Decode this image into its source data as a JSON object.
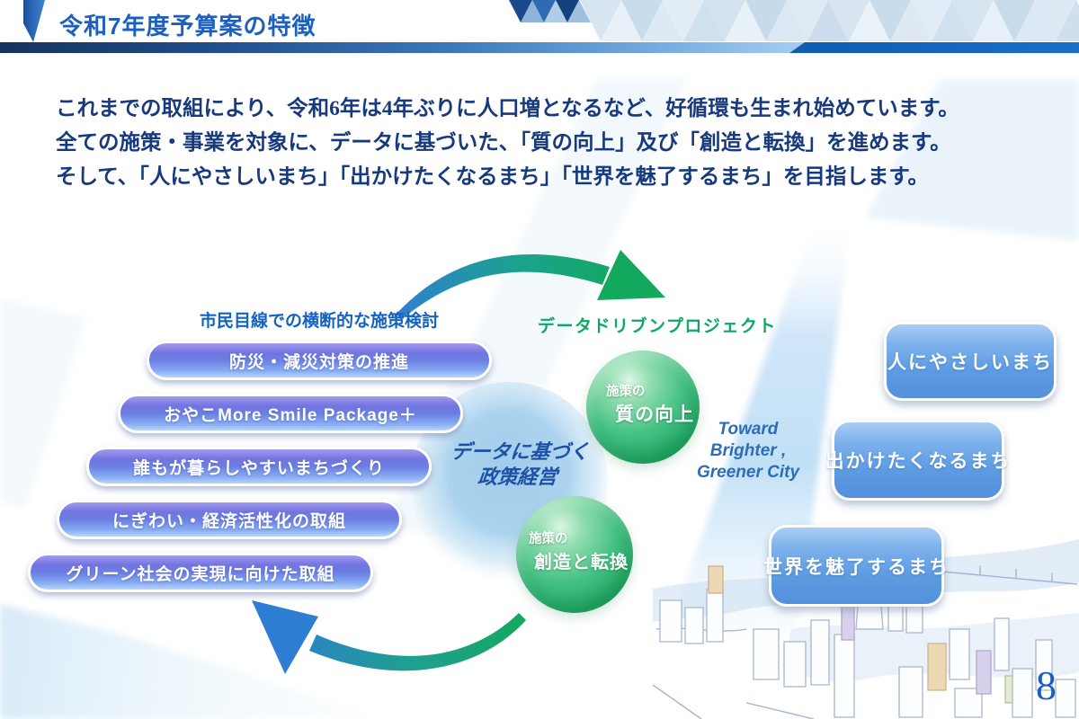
{
  "slide": {
    "title": "令和7年度予算案の特徴",
    "page_number": "8"
  },
  "intro": {
    "line1": "これまでの取組により、令和6年は4年ぶりに人口増となるなど、好循環も生まれ始めています。",
    "line2": "全ての施策・事業を対象に、データに基づいた、「質の向上」及び「創造と転換」を進めます。",
    "line3": "そして、「人にやさしいまち」「出かけたくなるまち」「世界を魅了するまち」を目指します。"
  },
  "left_group": {
    "heading": "市民目線での横断的な施策検討",
    "pills": [
      "防災・減災対策の推進",
      "おやこMore Smile Package＋",
      "誰もが暮らしやすいまちづくり",
      "にぎわい・経済活性化の取組",
      "グリーン社会の実現に向けた取組"
    ]
  },
  "center": {
    "project_label": "データドリブンプロジェクト",
    "hub": {
      "line1": "データに基づく",
      "line2": "政策経営"
    },
    "circles": [
      {
        "prefix": "施策の",
        "label": "質の向上"
      },
      {
        "prefix": "施策の",
        "label": "創造と転換"
      }
    ],
    "slogan": [
      "Toward",
      "Brighter ,",
      "Greener City"
    ]
  },
  "right_group": {
    "boxes": [
      "人にやさしいまち",
      "出かけたくなるまち",
      "世界を魅了するまち"
    ]
  },
  "colors": {
    "title_blue": "#1b5fc1",
    "body_navy": "#17397d",
    "project_green": "#0aa964",
    "pill_indigo": "#6f74de",
    "circle_green": "#2eb873",
    "box_blue": "#5e9ce3"
  }
}
